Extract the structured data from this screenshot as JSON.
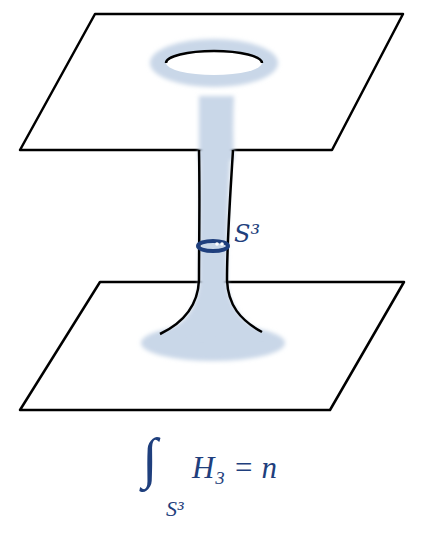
{
  "diagram": {
    "labels": [
      "S³",
      "∫",
      "S³",
      "H₃ = n"
    ]
  }
}
